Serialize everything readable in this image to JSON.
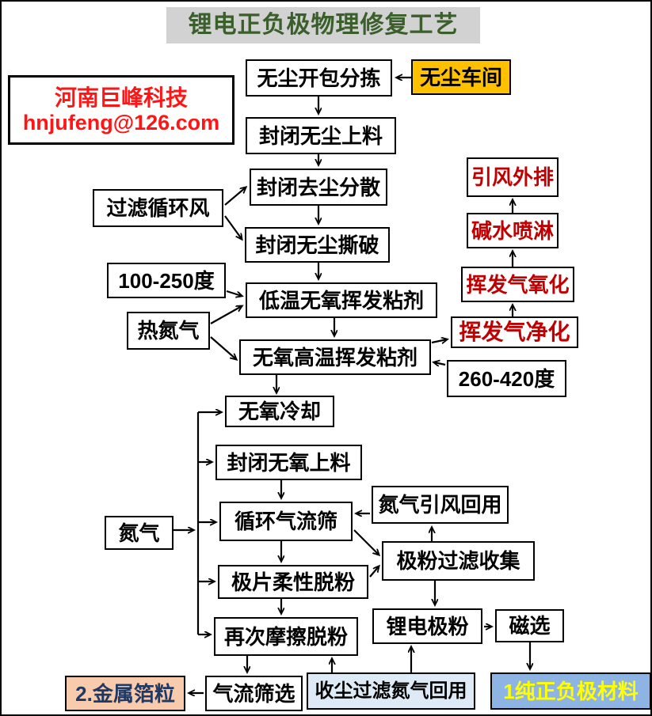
{
  "page": {
    "title": "锂电正负极物理修复工艺"
  },
  "contact": {
    "company": "河南巨峰科技",
    "email": "hnjufeng@126.com"
  },
  "colors": {
    "title_bg": "#d2d2d2",
    "title_text": "#3a5f2b",
    "contact_text": "#ff1515",
    "workshop_bg": "#ffc000",
    "gas_path_text": "#c00000",
    "metal_foil_bg": "#f8cbad",
    "metal_foil_text": "#1f3864",
    "recycle_bg": "#deebf7",
    "pure_material_bg": "#8db4e2",
    "pure_material_text": "#ffff00"
  },
  "nodes": {
    "clean_workshop": {
      "label": "无尘车间"
    },
    "clean_unpack": {
      "label": "无尘开包分拣"
    },
    "sealed_dustfree_feed": {
      "label": "封闭无尘上料"
    },
    "filter_circ_air": {
      "label": "过滤循环风"
    },
    "sealed_dust_disperse": {
      "label": "封闭去尘分散"
    },
    "sealed_dustfree_tear": {
      "label": "封闭无尘撕破"
    },
    "temp_low": {
      "label": "100-250度"
    },
    "low_temp_volatilize": {
      "label": "低温无氧挥发粘剂"
    },
    "hot_nitrogen": {
      "label": "热氮气"
    },
    "high_temp_volatilize": {
      "label": "无氧高温挥发粘剂"
    },
    "exhaust": {
      "label": "引风外排"
    },
    "alkali_spray": {
      "label": "碱水喷淋"
    },
    "gas_oxidize": {
      "label": "挥发气氧化"
    },
    "gas_purify": {
      "label": "挥发气净化"
    },
    "temp_high": {
      "label": "260-420度"
    },
    "anaerobic_cooling": {
      "label": "无氧冷却"
    },
    "sealed_anaerobic_feed": {
      "label": "封闭无氧上料"
    },
    "circ_air_sieve": {
      "label": "循环气流筛"
    },
    "nitrogen_return": {
      "label": "氮气引风回用"
    },
    "powder_filter_collect": {
      "label": "极粉过滤收集"
    },
    "nitrogen": {
      "label": "氮气"
    },
    "flexible_depowder": {
      "label": "极片柔性脱粉"
    },
    "second_friction_depowder": {
      "label": "再次摩擦脱粉"
    },
    "battery_powder": {
      "label": "锂电极粉"
    },
    "magnetic_sep": {
      "label": "磁选"
    },
    "air_sieve_select": {
      "label": "气流筛选"
    },
    "metal_foil": {
      "label": "2.金属箔粒"
    },
    "dust_filter_recycle": {
      "label": "收尘过滤氮气回用"
    },
    "pure_material": {
      "label": "1纯正负极材料"
    }
  },
  "edges": [
    {
      "from": "clean_workshop",
      "to": "clean_unpack"
    },
    {
      "from": "clean_unpack",
      "to": "sealed_dustfree_feed"
    },
    {
      "from": "sealed_dustfree_feed",
      "to": "sealed_dust_disperse"
    },
    {
      "from": "filter_circ_air",
      "to": "sealed_dust_disperse"
    },
    {
      "from": "filter_circ_air",
      "to": "sealed_dustfree_tear"
    },
    {
      "from": "sealed_dust_disperse",
      "to": "sealed_dustfree_tear"
    },
    {
      "from": "sealed_dustfree_tear",
      "to": "low_temp_volatilize"
    },
    {
      "from": "temp_low",
      "to": "low_temp_volatilize"
    },
    {
      "from": "hot_nitrogen",
      "to": "low_temp_volatilize"
    },
    {
      "from": "hot_nitrogen",
      "to": "high_temp_volatilize"
    },
    {
      "from": "low_temp_volatilize",
      "to": "high_temp_volatilize"
    },
    {
      "from": "temp_high",
      "to": "high_temp_volatilize"
    },
    {
      "from": "high_temp_volatilize",
      "to": "gas_purify"
    },
    {
      "from": "gas_purify",
      "to": "gas_oxidize"
    },
    {
      "from": "gas_oxidize",
      "to": "alkali_spray"
    },
    {
      "from": "alkali_spray",
      "to": "exhaust"
    },
    {
      "from": "high_temp_volatilize",
      "to": "anaerobic_cooling"
    },
    {
      "from": "nitrogen",
      "to": "anaerobic_cooling"
    },
    {
      "from": "nitrogen",
      "to": "sealed_anaerobic_feed"
    },
    {
      "from": "nitrogen",
      "to": "circ_air_sieve"
    },
    {
      "from": "nitrogen",
      "to": "flexible_depowder"
    },
    {
      "from": "nitrogen",
      "to": "second_friction_depowder"
    },
    {
      "from": "anaerobic_cooling",
      "to": "sealed_anaerobic_feed"
    },
    {
      "from": "sealed_anaerobic_feed",
      "to": "circ_air_sieve"
    },
    {
      "from": "nitrogen_return",
      "to": "circ_air_sieve"
    },
    {
      "from": "circ_air_sieve",
      "to": "flexible_depowder"
    },
    {
      "from": "circ_air_sieve",
      "to": "powder_filter_collect"
    },
    {
      "from": "flexible_depowder",
      "to": "powder_filter_collect"
    },
    {
      "from": "powder_filter_collect",
      "to": "nitrogen_return"
    },
    {
      "from": "powder_filter_collect",
      "to": "battery_powder"
    },
    {
      "from": "flexible_depowder",
      "to": "second_friction_depowder"
    },
    {
      "from": "second_friction_depowder",
      "to": "air_sieve_select"
    },
    {
      "from": "air_sieve_select",
      "to": "metal_foil"
    },
    {
      "from": "dust_filter_recycle",
      "to": "second_friction_depowder"
    },
    {
      "from": "dust_filter_recycle",
      "to": "battery_powder"
    },
    {
      "from": "battery_powder",
      "to": "magnetic_sep"
    },
    {
      "from": "magnetic_sep",
      "to": "pure_material"
    }
  ]
}
